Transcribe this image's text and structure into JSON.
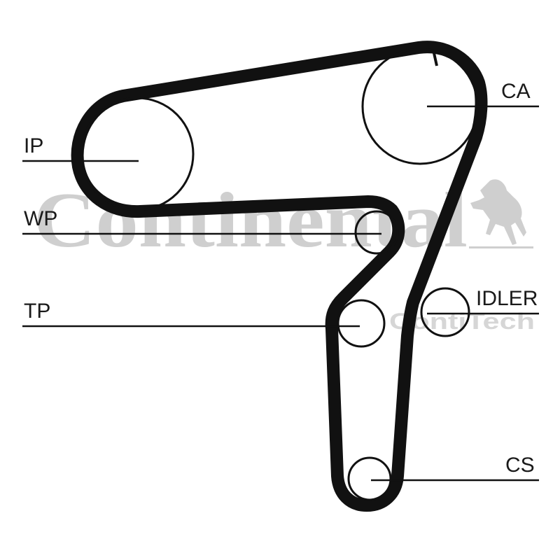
{
  "watermark": {
    "brand": "Continental",
    "sub_brand": "ContiTech",
    "color": "#cfcfcf"
  },
  "diagram": {
    "belt_color": "#111111",
    "pulley_color": "#111111",
    "labels": {
      "ca": "CA",
      "ip": "IP",
      "wp": "WP",
      "tp": "TP",
      "idler": "IDLER",
      "cs": "CS"
    }
  }
}
